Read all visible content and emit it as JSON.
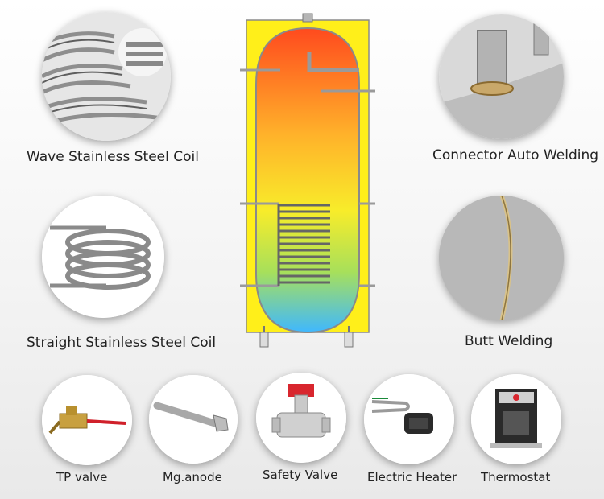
{
  "features": {
    "wave_coil": "Wave Stainless Steel Coil",
    "straight_coil": "Straight Stainless Steel Coil",
    "connector_welding": "Connector Auto Welding",
    "butt_welding": "Butt Welding"
  },
  "components": {
    "tp_valve": "TP valve",
    "mg_anode": "Mg.anode",
    "safety_valve": "Safety Valve",
    "electric_heater": "Electric Heater",
    "thermostat": "Thermostat"
  },
  "colors": {
    "tank_frame": "#ffef1a",
    "tank_hot": "#ff4a1e",
    "tank_mid": "#f8ec2a",
    "tank_cold": "#3fb8ff",
    "pipe_gray": "#9a9a9a"
  },
  "icons": {
    "wave_coil": "corrugated-pipe-icon",
    "straight_coil": "coiled-pipe-icon",
    "connector_welding": "welded-connector-icon",
    "butt_welding": "weld-seam-icon",
    "tp_valve": "brass-valve-icon",
    "mg_anode": "anode-rod-icon",
    "safety_valve": "safety-valve-icon",
    "electric_heater": "heating-element-icon",
    "thermostat": "thermostat-icon"
  }
}
